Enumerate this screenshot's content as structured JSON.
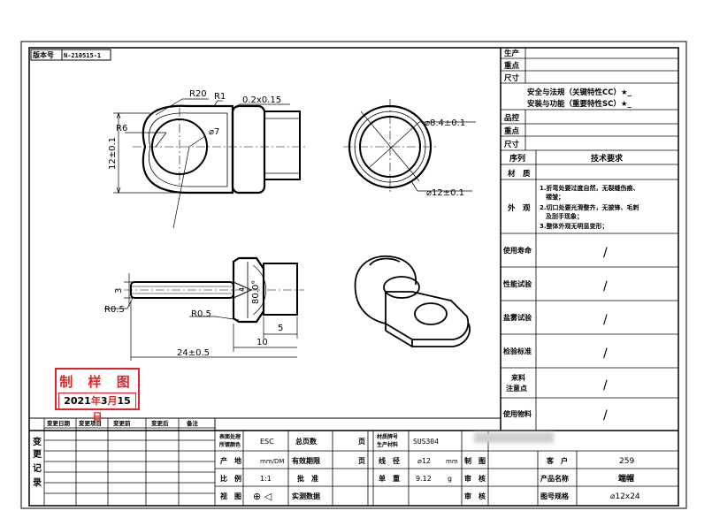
{
  "header": {
    "version_label": "版本号",
    "version_value": "N-210515-1"
  },
  "dims": {
    "r20": "R20",
    "r1": "R1",
    "chamfer": "0.2x0.15",
    "r6": "R6",
    "dia7": "⌀7",
    "height12": "12±0.1",
    "dia84": "⌀8.4±0.1",
    "dia12": "⌀12±0.1",
    "t3": "3",
    "r05a": "R0.5",
    "r05b": "R0.5",
    "angle": "80.0°",
    "d4": "4",
    "l5": "5",
    "l10": "10",
    "l24": "24±0.5"
  },
  "stamp": {
    "line1": "制 样 图",
    "y": "2021",
    "yc": "年",
    "m": "3",
    "mc": "月",
    "d": "15",
    "dc": "日"
  },
  "right_panel": {
    "top_rows": [
      "生产",
      "重点",
      "尺寸"
    ],
    "notes": [
      "安全与法规（关键特性CC）★_",
      "安装与功能（重要特性SC）★_"
    ],
    "mid_rows": [
      "品控",
      "重点",
      "尺寸"
    ],
    "seq": "序列",
    "tech": "技术要求",
    "material": "材　质",
    "appearance_label": "外　观",
    "appearance_text": [
      "1.折弯处要过度自然，无裂缝伤痕、",
      "　褶皱；",
      "2.切口处要光滑整齐，无披锋、毛刺",
      "　及刮手现象；",
      "3.整体外观无明显变形；"
    ],
    "tests": [
      {
        "label": "使用寿命",
        "value": "/"
      },
      {
        "label": "性能试验",
        "value": "/"
      },
      {
        "label": "盐雾试验",
        "value": "/"
      },
      {
        "label": "检验标准",
        "value": "/"
      },
      {
        "label": "来料",
        "label2": "注意点",
        "value": "/"
      },
      {
        "label": "使用物料",
        "value": "/"
      }
    ]
  },
  "change_log": {
    "title_chars": [
      "变",
      "更",
      "记",
      "录"
    ],
    "headers": [
      "变更日期",
      "变更项目",
      "变更前",
      "变更后",
      "备注"
    ]
  },
  "title_block": {
    "r1": [
      "表面处理\n所镀颜色",
      "ESC",
      "总页数",
      "页",
      "材质牌号\n生产材料",
      "SUS304"
    ],
    "r2": [
      "产　地",
      "mm/DM",
      "有效期限",
      "页",
      "线　径",
      "⌀12",
      "mm",
      "制　图",
      "客　户",
      "259"
    ],
    "r3": [
      "比　例",
      "1:1",
      "批　准",
      "单　重",
      "9.12",
      "g",
      "审　核",
      "产品名称",
      "端帽"
    ],
    "r4": [
      "视　图",
      "⊕ ◁",
      "实测数据",
      "审　核",
      "图号规格",
      "⌀12x24"
    ]
  }
}
